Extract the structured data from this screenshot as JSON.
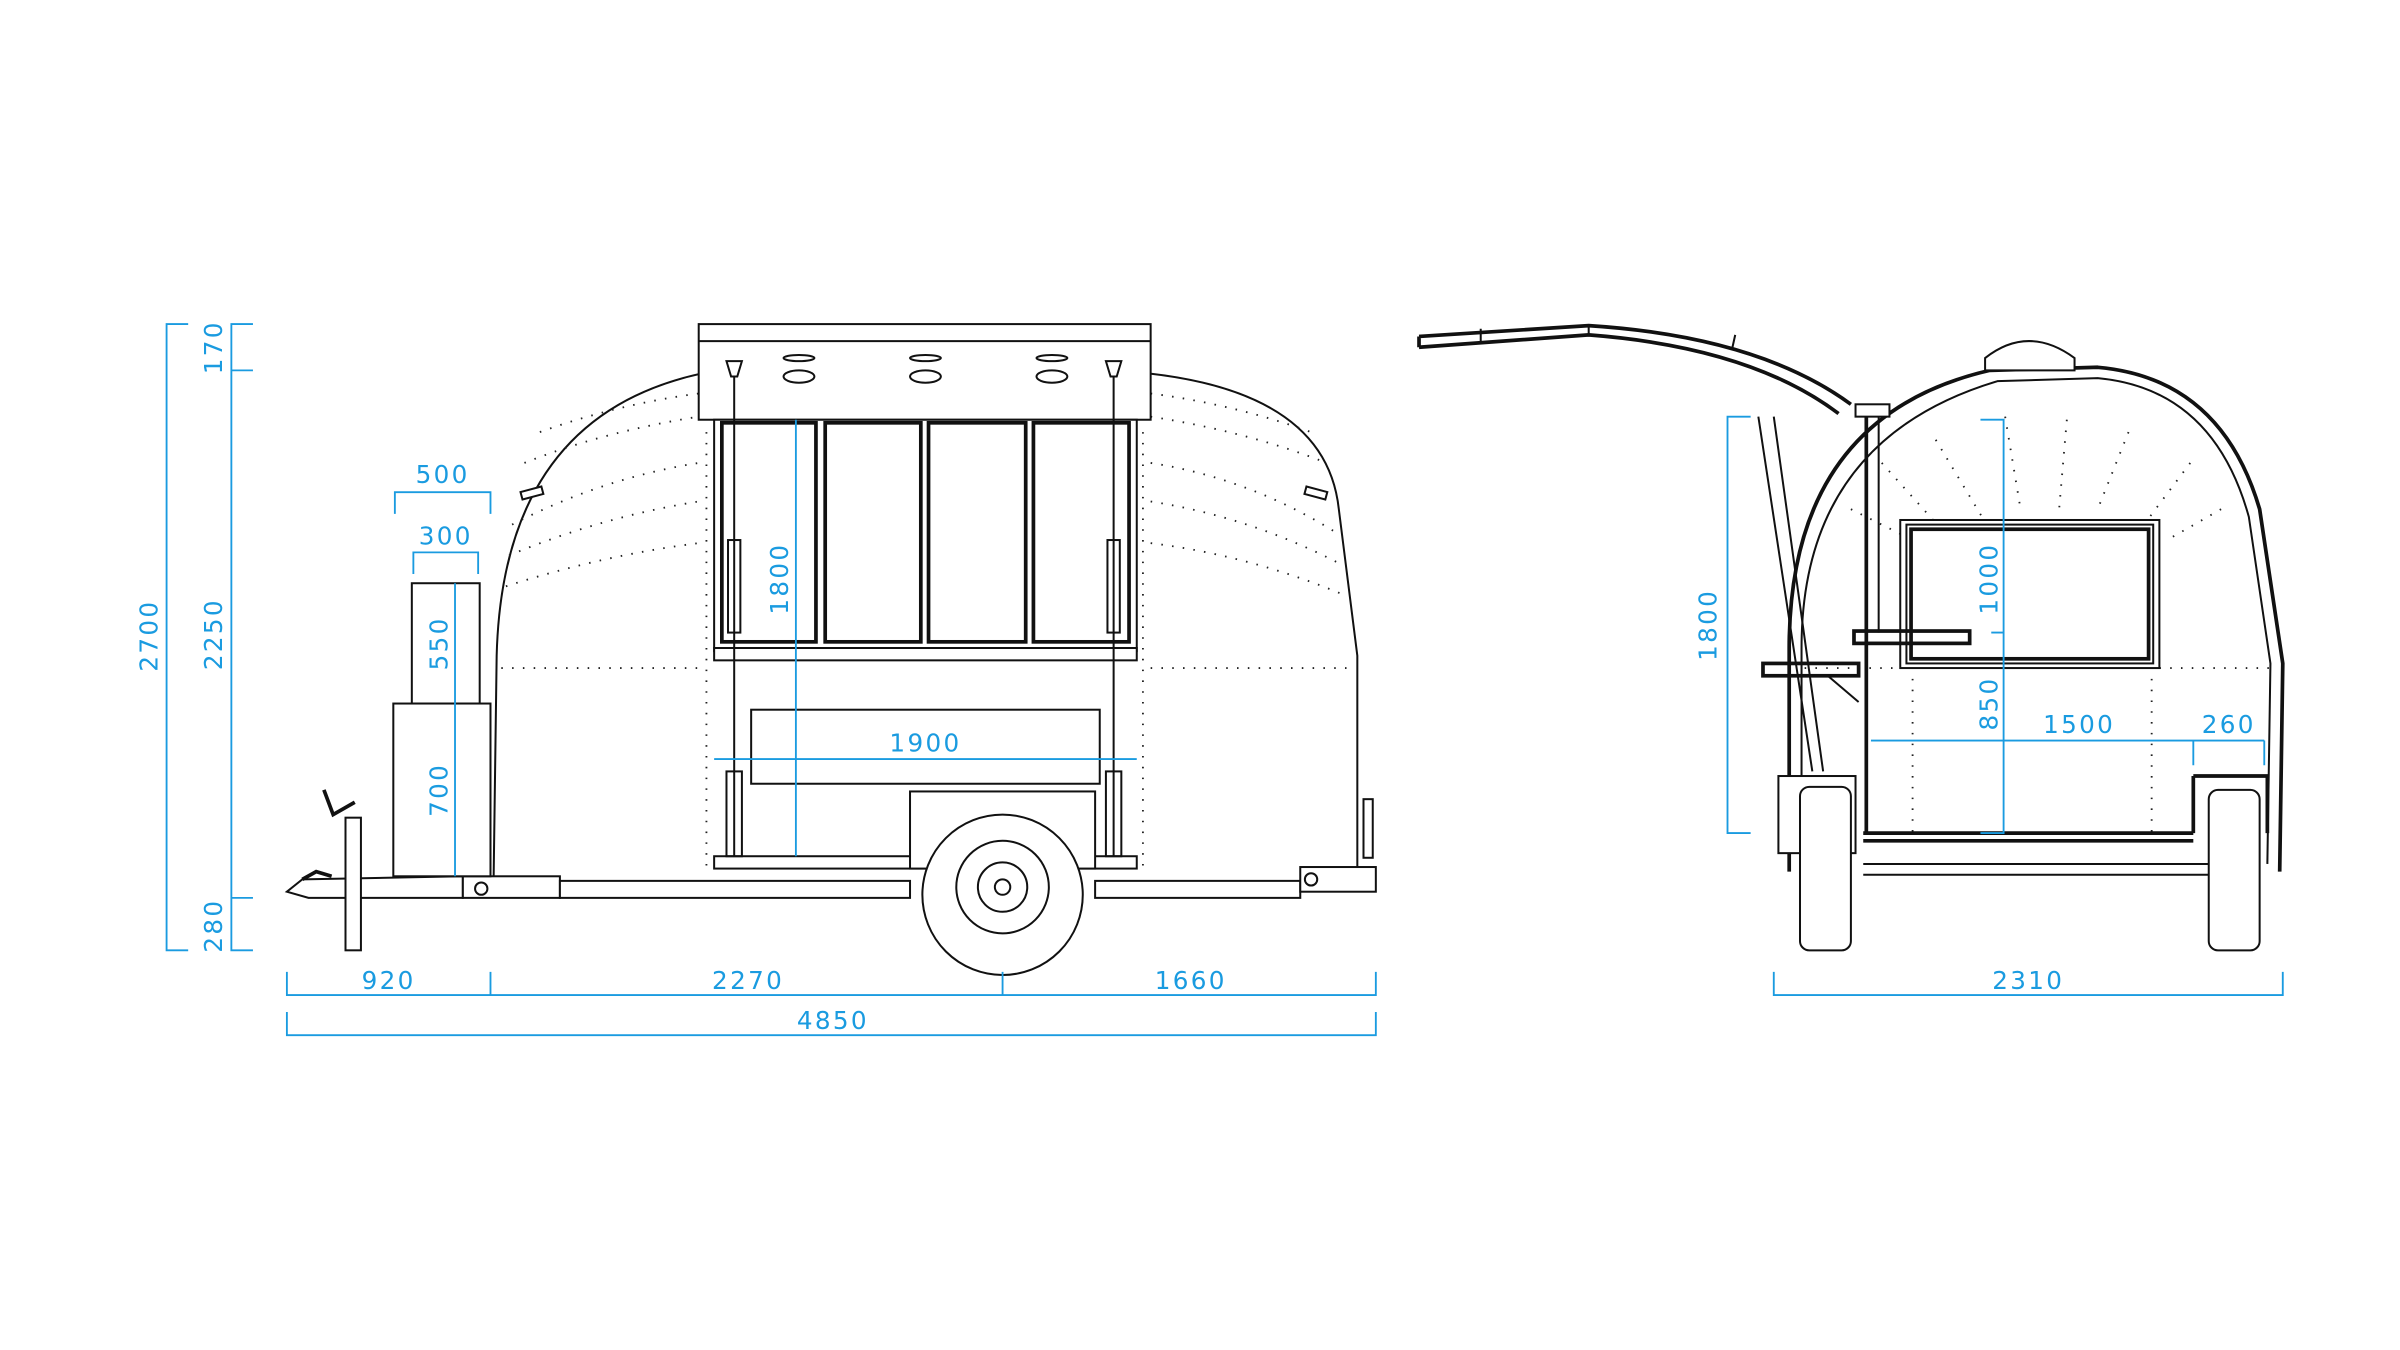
{
  "colors": {
    "dimension": "#1a9be0",
    "line": "#111111",
    "background": "#ffffff"
  },
  "side_view": {
    "dims": {
      "total_height": "2700",
      "roof_height": "170",
      "body_height": "2250",
      "ground_clearance": "280",
      "box_width_outer": "500",
      "box_width_inner": "300",
      "box_upper_height": "550",
      "box_lower_height": "700",
      "window_height": "1800",
      "counter_width": "1900",
      "front_overhang": "920",
      "middle_length": "2270",
      "rear_overhang": "1660",
      "total_length": "4850"
    }
  },
  "rear_view": {
    "dims": {
      "door_height": "1800",
      "window_height": "1000",
      "counter_height": "850",
      "interior_width": "1500",
      "wheel_offset": "260",
      "total_width": "2310"
    }
  }
}
